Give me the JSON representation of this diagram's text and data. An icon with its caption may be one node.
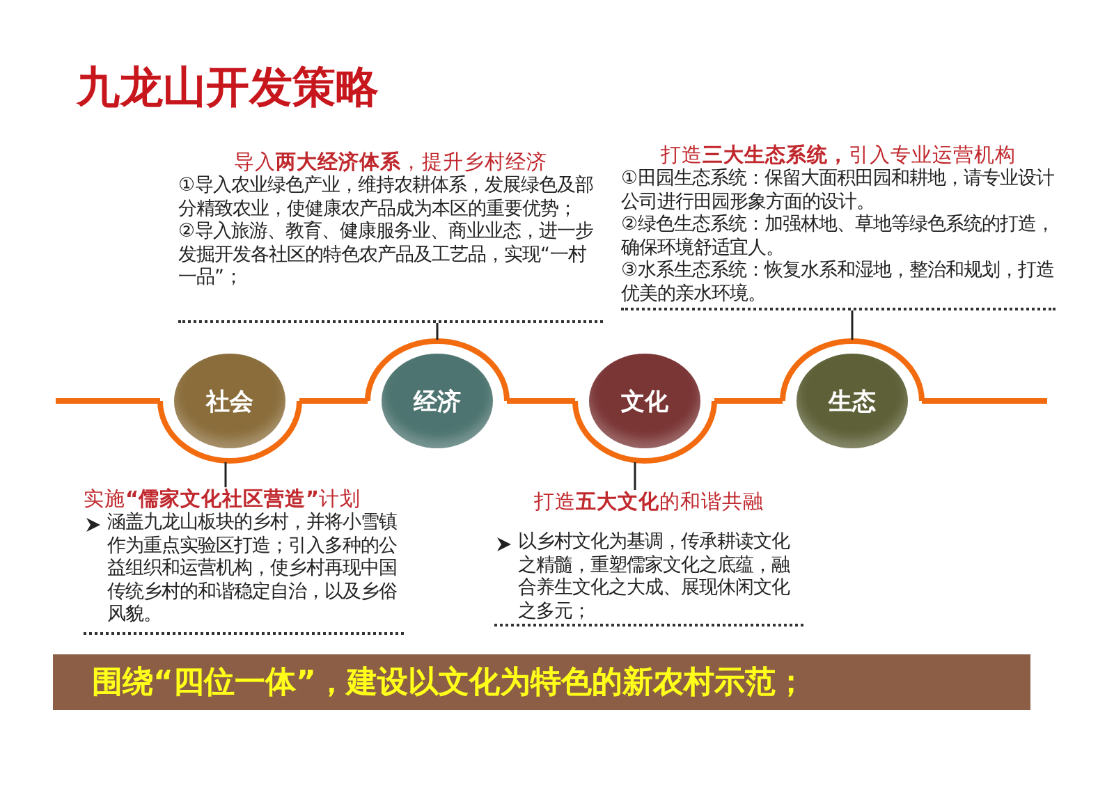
{
  "diagram": {
    "title": "九龙山开发策略",
    "nodes": [
      {
        "text": [
          "社会"
        ]
      },
      {
        "text": [
          "经济"
        ]
      },
      {
        "text": [
          "文化"
        ]
      },
      {
        "text": [
          "生态"
        ]
      },
      {
        "text": [
          "导入**两大经济体系**，提升乡村经济",
          "①导入农业绿色产业，维持农耕体系，发展绿色及部分精致农业，使健康农产品成为本区的重要优势；",
          "②导入旅游、教育、健康服务业、商业业态，进一步发掘开发各社区的特色农产品及工艺品，实现“一村一品”；"
        ]
      },
      {
        "text": [
          "打造**三大生态系统，**引入专业运营机构",
          "①田园生态系统：保留大面积田园和耕地，请专业设计公司进行田园形象方面的设计。",
          "②绿色生态系统：加强林地、草地等绿色系统的打造，确保环境舒适宜人。",
          "③水系生态系统：恢复水系和湿地，整治和规划，打造优美的亲水环境。"
        ]
      },
      {
        "text": [
          "实施**“儒家文化社区营造”**计划",
          "涵盖九龙山板块的乡村，并将小雪镇作为重点实验区打造；引入多种的公益组织和运营机构，使乡村再现中国传统乡村的和谐稳定自治，以及乡俗风貌。"
        ]
      },
      {
        "text": [
          "打造**五大文化**的和谐共融",
          "以乡村文化为基调，传承耕读文化之精髓，重塑儒家文化之底蕴，融合养生文化之大成、展现休闲文化之多元；"
        ]
      },
      {
        "text": [
          "围绕“四位一体”，建设以文化为特色的新农村示范；"
        ]
      }
    ],
    "edges": [
      {
        "from": 0,
        "to": 1,
        "arrow": "none",
        "style": "thick",
        "color": "#f26b0f"
      },
      {
        "from": 1,
        "to": 2,
        "arrow": "none",
        "style": "thick",
        "color": "#f26b0f"
      },
      {
        "from": 2,
        "to": 3,
        "arrow": "none",
        "style": "thick",
        "color": "#f26b0f"
      },
      {
        "from": 1,
        "to": 4,
        "arrow": "none"
      },
      {
        "from": 3,
        "to": 5,
        "arrow": "none"
      },
      {
        "from": 0,
        "to": 6,
        "arrow": "none"
      },
      {
        "from": 2,
        "to": 7,
        "arrow": "none"
      }
    ]
  }
}
